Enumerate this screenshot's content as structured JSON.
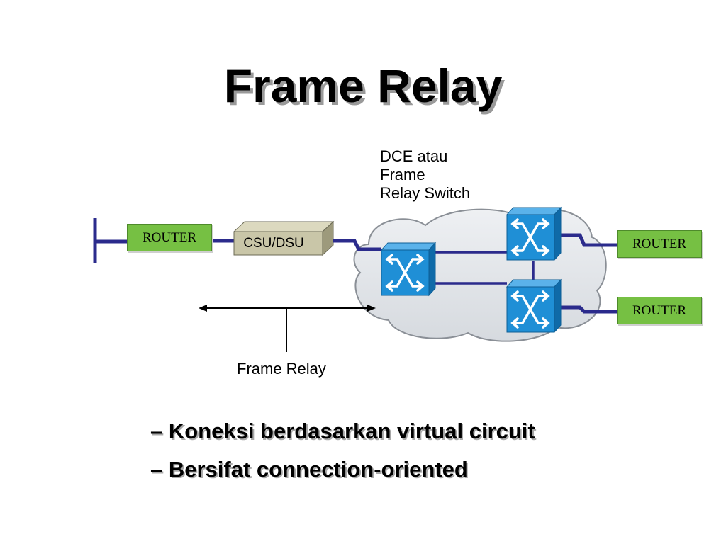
{
  "slide": {
    "title": "Frame Relay"
  },
  "diagram": {
    "dce_label_lines": [
      "DCE atau",
      "Frame",
      "Relay Switch"
    ],
    "router_left": "ROUTER",
    "router_right_top": "ROUTER",
    "router_right_bottom": "ROUTER",
    "csu_dsu": "CSU/DSU",
    "frame_relay_label": "Frame Relay"
  },
  "bullets": [
    "– Koneksi berdasarkan virtual circuit",
    "– Bersifat connection-oriented"
  ],
  "colors": {
    "router_fill": "#76c043",
    "switch_fill": "#1f8fd6",
    "link": "#2b2b8c",
    "cloud_fill": "#e3e6ea",
    "csu_fill": "#c9c6a8"
  }
}
